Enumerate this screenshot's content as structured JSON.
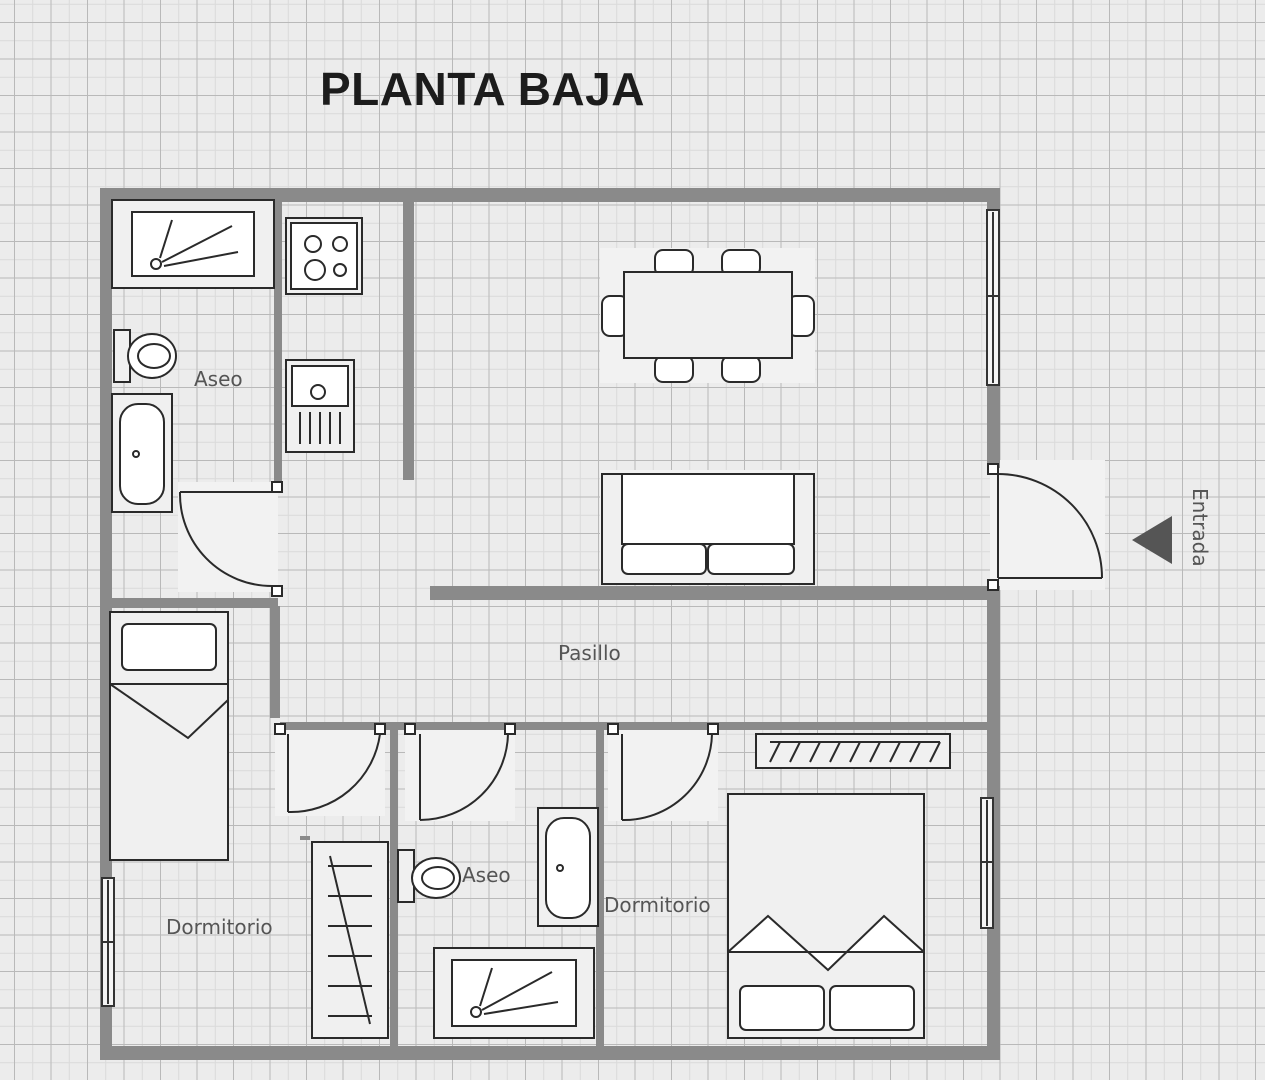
{
  "title": "PLANTA BAJA",
  "rooms": {
    "aseo_top": "Aseo",
    "pasillo": "Pasillo",
    "entrada": "Entrada",
    "aseo_bottom": "Aseo",
    "dormitorio_left": "Dormitorio",
    "dormitorio_right": "Dormitorio"
  },
  "colors": {
    "wall": "#8a8a8a",
    "furniture_stroke": "#2a2a2a",
    "furniture_fill": "#f0f0f0",
    "grid": "#b9b9b9"
  }
}
